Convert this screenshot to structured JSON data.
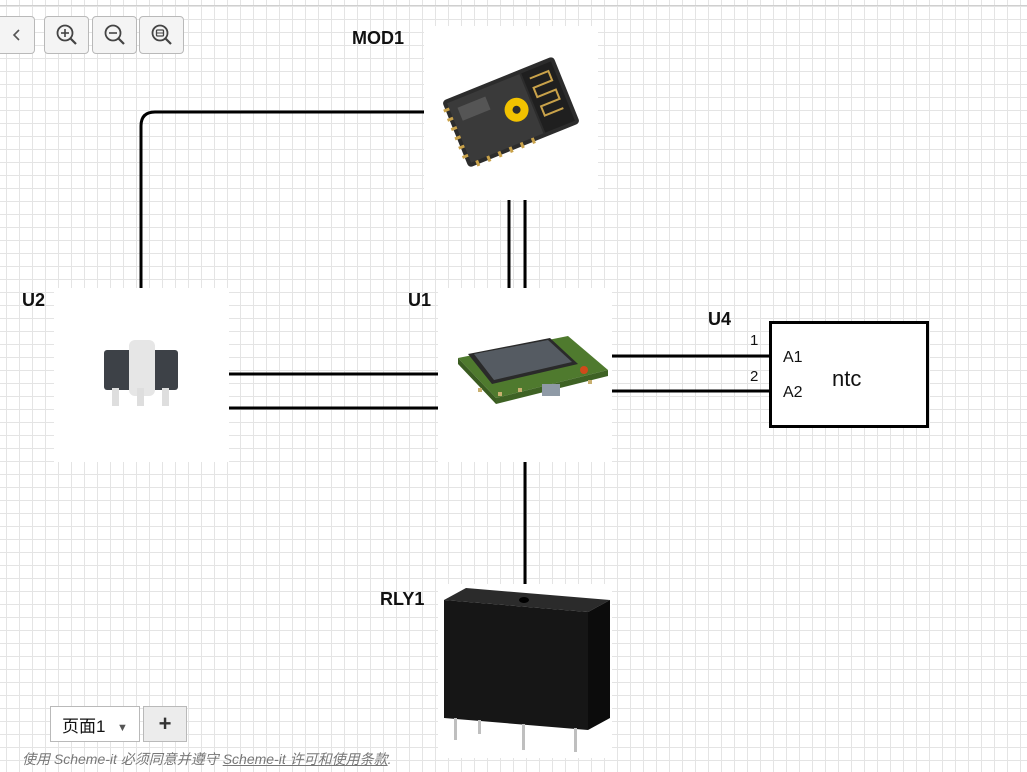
{
  "toolbar": {
    "items": [
      {
        "name": "collapse-button",
        "icon": "chevron-left-icon"
      },
      {
        "name": "zoom-in-button",
        "icon": "zoom-in-icon"
      },
      {
        "name": "zoom-out-button",
        "icon": "zoom-out-icon"
      },
      {
        "name": "zoom-fit-button",
        "icon": "zoom-fit-icon"
      }
    ]
  },
  "components": {
    "mod1": {
      "ref": "MOD1",
      "icon": "wifi-module-icon"
    },
    "u2": {
      "ref": "U2",
      "icon": "transistor-icon"
    },
    "u1": {
      "ref": "U1",
      "icon": "lcd-dev-board-icon"
    },
    "u4": {
      "ref": "U4",
      "name": "ntc",
      "pins": [
        {
          "number": "1",
          "label": "A1"
        },
        {
          "number": "2",
          "label": "A2"
        }
      ]
    },
    "rly1": {
      "ref": "RLY1",
      "icon": "relay-icon"
    }
  },
  "pages": {
    "current": "页面1",
    "add_label": "+"
  },
  "footer": {
    "prefix": "使用 Scheme-it 必须同意并遵守 ",
    "link": "Scheme-it 许可和使用条款",
    "suffix": "."
  },
  "colors": {
    "wire": "#000000",
    "grid": "#e4e4e4",
    "button_bg": "#f4f4f4"
  }
}
